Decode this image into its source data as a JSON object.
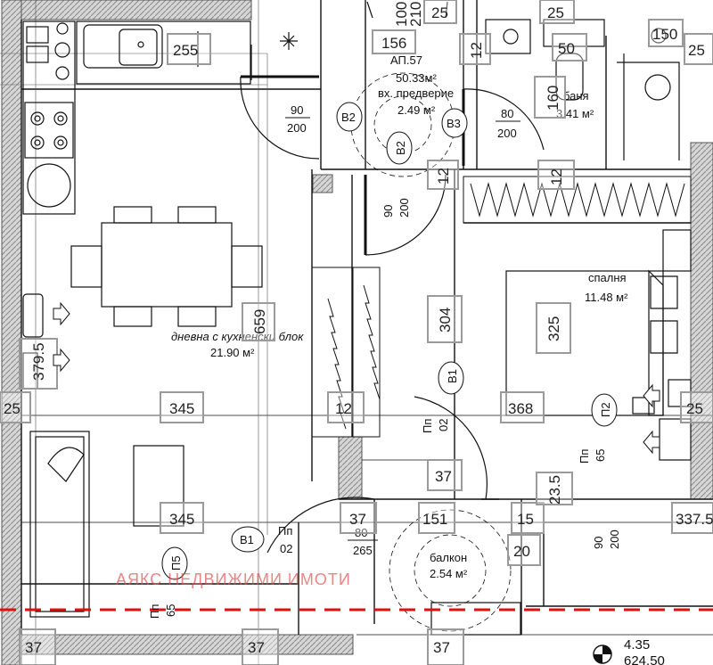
{
  "dimensions": {
    "top_255": "255",
    "top_156": "156",
    "top_12a": "12",
    "top_50": "50",
    "top_160": "160",
    "top_12b": "12",
    "mid_12": "12",
    "living_659": "659",
    "corridor_304": "304",
    "bedroom_325": "325",
    "left_3795": "379.5",
    "living_345a": "345",
    "bedroom_368": "368",
    "living_345b": "345",
    "bal_37a": "37",
    "bal_151": "151",
    "bal_37b": "37",
    "bal_12": "12",
    "bal_20": "20",
    "bal_15": "15",
    "right_3375": "337.5",
    "left_25": "25",
    "bot_37a": "37",
    "bot_37b": "37",
    "bot_37c": "37",
    "top_25a": "25",
    "top_25b": "25",
    "top_100": "100",
    "top_210": "210",
    "top_25c": "25",
    "top_150": "150",
    "bot_435": "4.35",
    "bot_6245": "624.50",
    "bal_23": "23.5",
    "right_25": "25"
  },
  "rooms": {
    "apartment": "АП.57",
    "apartment_area": "50.33м²",
    "hall": "вх. предверие",
    "hall_area": "2.49 м²",
    "bath": "баня",
    "bath_area": "3.41 м²",
    "bedroom": "спалня",
    "bedroom_area": "11.48 м²",
    "living": "дневна с кухненски блок",
    "living_area": "21.90 м²",
    "balcony": "балкон",
    "balcony_area": "2.54 м²"
  },
  "doors": {
    "b2a": "B2",
    "b2b": "B2",
    "b3": "B3",
    "b1a": "B1",
    "b1b": "B1",
    "p2": "П2",
    "p5": "П5",
    "d90a": "90",
    "d200a": "200",
    "d80a": "80",
    "d200b": "200",
    "d90b": "90",
    "d200c": "200",
    "pn1": "Пп",
    "pn1b": "02",
    "pn2": "Пп",
    "pn2b": "02",
    "pn3": "Пп",
    "pn3b": "65",
    "pn4": "Пп",
    "pn4b": "65",
    "d80c": "80",
    "d265": "265",
    "d90c": "90",
    "d200d": "200"
  },
  "watermark": "АЯКС НЕДВИЖИМИ ИМОТИ",
  "colors": {
    "wall": "#bdbdbd",
    "line": "#111111",
    "dimbox": "#9a9a9a",
    "cutline": "#e01010",
    "watermark": "#e05050"
  }
}
